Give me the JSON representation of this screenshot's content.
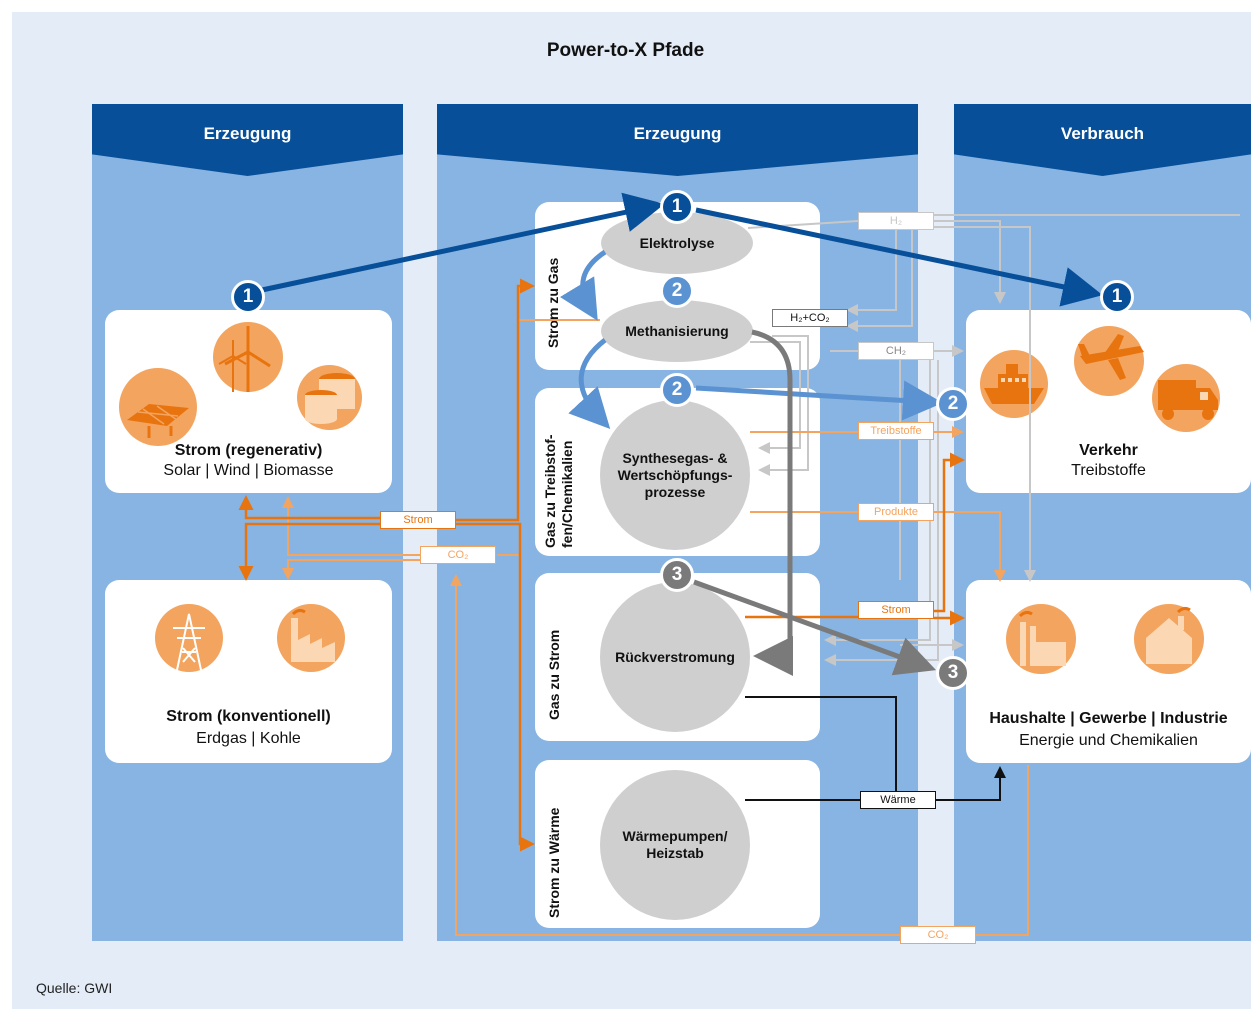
{
  "title": "Power-to-X Pfade",
  "columns": {
    "left": "Erzeugung",
    "middle": "Erzeugung",
    "right": "Verbrauch"
  },
  "sources": {
    "renewable": {
      "title": "Strom (regenerativ)",
      "sub": "Solar | Wind | Biomasse"
    },
    "conventional": {
      "title": "Strom (konventionell)",
      "sub": "Erdgas | Kohle"
    }
  },
  "sections": {
    "strom_zu_gas": "Strom zu Gas",
    "gas_zu_treibstoff": [
      "Gas zu Treibstof-",
      "fen/Chemikalien"
    ],
    "gas_zu_strom": "Gas zu Strom",
    "strom_zu_waerme": "Strom zu Wärme"
  },
  "processes": {
    "elektrolyse": "Elektrolyse",
    "methanisierung": "Methanisierung",
    "synthese": [
      "Synthesegas- &",
      "Wertschöpfungs-",
      "prozesse"
    ],
    "rueckverstromung": "Rückverstromung",
    "waermepumpen": [
      "Wärmepumpen/",
      "Heizstab"
    ]
  },
  "consumers": {
    "verkehr": {
      "title": "Verkehr",
      "sub": "Treibstoffe"
    },
    "haushalte": {
      "title": "Haushalte | Gewerbe | Industrie",
      "sub": "Energie und Chemikalien"
    }
  },
  "flow_labels": {
    "h2": "H₂",
    "h2co2": "H₂+CO₂",
    "ch2": "CH₂",
    "treibstoffe": "Treibstoffe",
    "produkte": "Produkte",
    "strom_right": "Strom",
    "strom_left": "Strom",
    "co2_left": "CO₂",
    "co2_bottom": "CO₂",
    "waerme": "Wärme"
  },
  "badges": {
    "one": "1",
    "two": "2",
    "three": "3"
  },
  "icons": [
    "solar-panel-icon",
    "wind-turbine-icon",
    "biogas-tank-icon",
    "power-pylon-icon",
    "factory-icon",
    "ship-icon",
    "airplane-icon",
    "truck-icon",
    "industry-icon",
    "house-icon"
  ],
  "colors": {
    "dark_blue": "#074f99",
    "mid_blue": "#5b92d1",
    "column_blue": "#87b4e2",
    "orange": "#e8740f",
    "light_orange": "#f3a45f",
    "grey": "#7a7a7a"
  },
  "source": "Quelle: GWI"
}
